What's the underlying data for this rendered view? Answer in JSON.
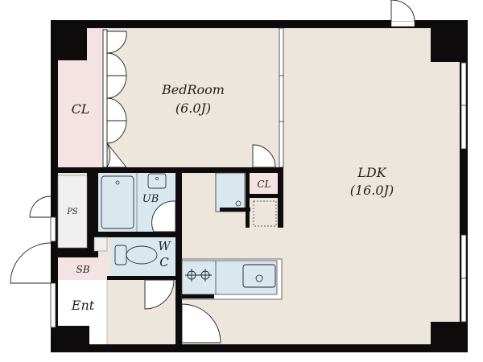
{
  "rooms": {
    "bedroom": {
      "name": "BedRoom",
      "size": "(6.0J)"
    },
    "ldk": {
      "name": "LDK",
      "size": "(16.0J)"
    },
    "closet_main": "CL",
    "closet_kitchen": "CL",
    "bath": "UB",
    "toilet_line1": "W",
    "toilet_line2": "C",
    "pipe_space": "PS",
    "shoe_box": "SB",
    "entrance": "Ent"
  },
  "colors": {
    "wall": "#0d0b0b",
    "floor": "#ede6dc",
    "wet": "#d9e8ef",
    "closet": "#f5e3e3",
    "pipe": "#efefef"
  }
}
